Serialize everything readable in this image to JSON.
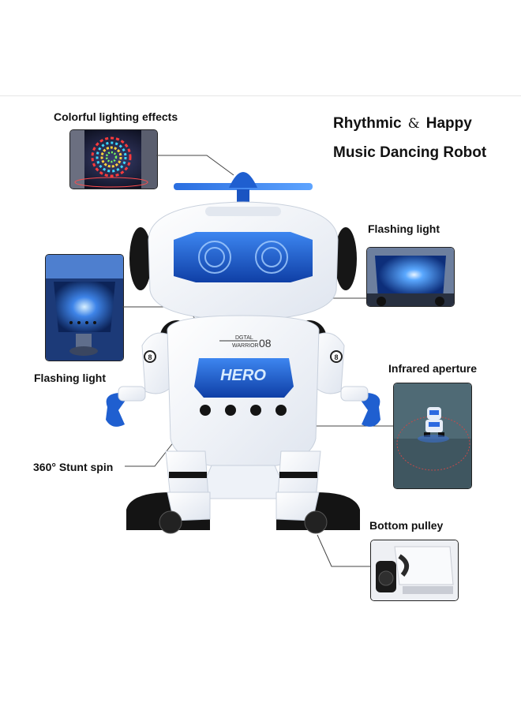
{
  "title": {
    "line1_left": "Rhythmic",
    "line1_amp": "&",
    "line1_right": "Happy",
    "line2": "Music Dancing Robot"
  },
  "callouts": {
    "lighting_effects": "Colorful lighting effects",
    "flashing_light_right": "Flashing light",
    "flashing_light_left": "Flashing light",
    "infrared_aperture": "Infrared aperture",
    "stunt_spin": "360° Stunt spin",
    "bottom_pulley": "Bottom pulley"
  },
  "robot": {
    "chest_line1": "DGTAL",
    "chest_line2": "WARRIOR",
    "chest_number": "08",
    "badge_text": "HERO",
    "arm_mark": "8"
  },
  "colors": {
    "robot_blue": "#1f5fd0",
    "robot_white": "#f7f9fc",
    "robot_black": "#141414",
    "text": "#111111"
  }
}
